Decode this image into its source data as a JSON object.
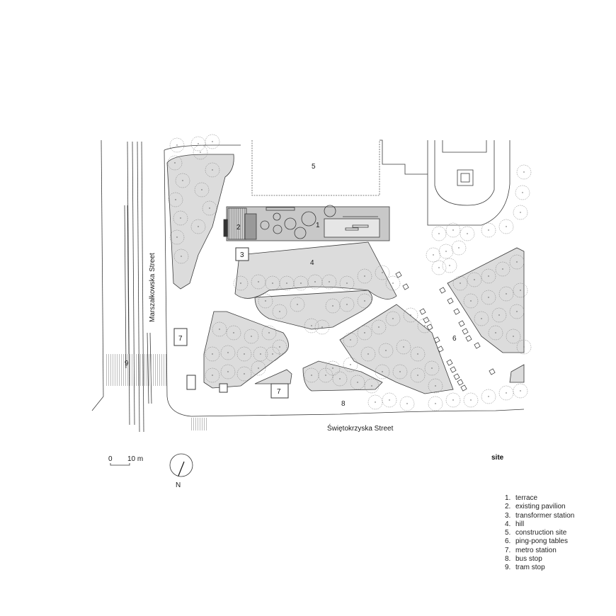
{
  "title": "site",
  "labels": {
    "terrace": "1",
    "pavilion": "2",
    "transformer": "3",
    "hill": "4",
    "construction": "5",
    "pingpong": "6",
    "metro": "7",
    "bus": "8",
    "tram": "9"
  },
  "streets": {
    "west": "Marszałkowska Street",
    "south": "Świętokrzyska Street"
  },
  "scale": {
    "zero": "0",
    "ten": "10 m"
  },
  "north": "N",
  "legend": [
    {
      "num": "1.",
      "text": "terrace"
    },
    {
      "num": "2.",
      "text": "existing pavilion"
    },
    {
      "num": "3.",
      "text": "transformer station"
    },
    {
      "num": "4.",
      "text": "hill"
    },
    {
      "num": "5.",
      "text": "construction site"
    },
    {
      "num": "6.",
      "text": "ping-pong tables"
    },
    {
      "num": "7.",
      "text": "metro station"
    },
    {
      "num": "8.",
      "text": "bus stop"
    },
    {
      "num": "9.",
      "text": "tram stop"
    }
  ],
  "colors": {
    "line": "#3a3a3a",
    "fill": "#dcdcdc",
    "terrace": "#c8c8c8"
  }
}
